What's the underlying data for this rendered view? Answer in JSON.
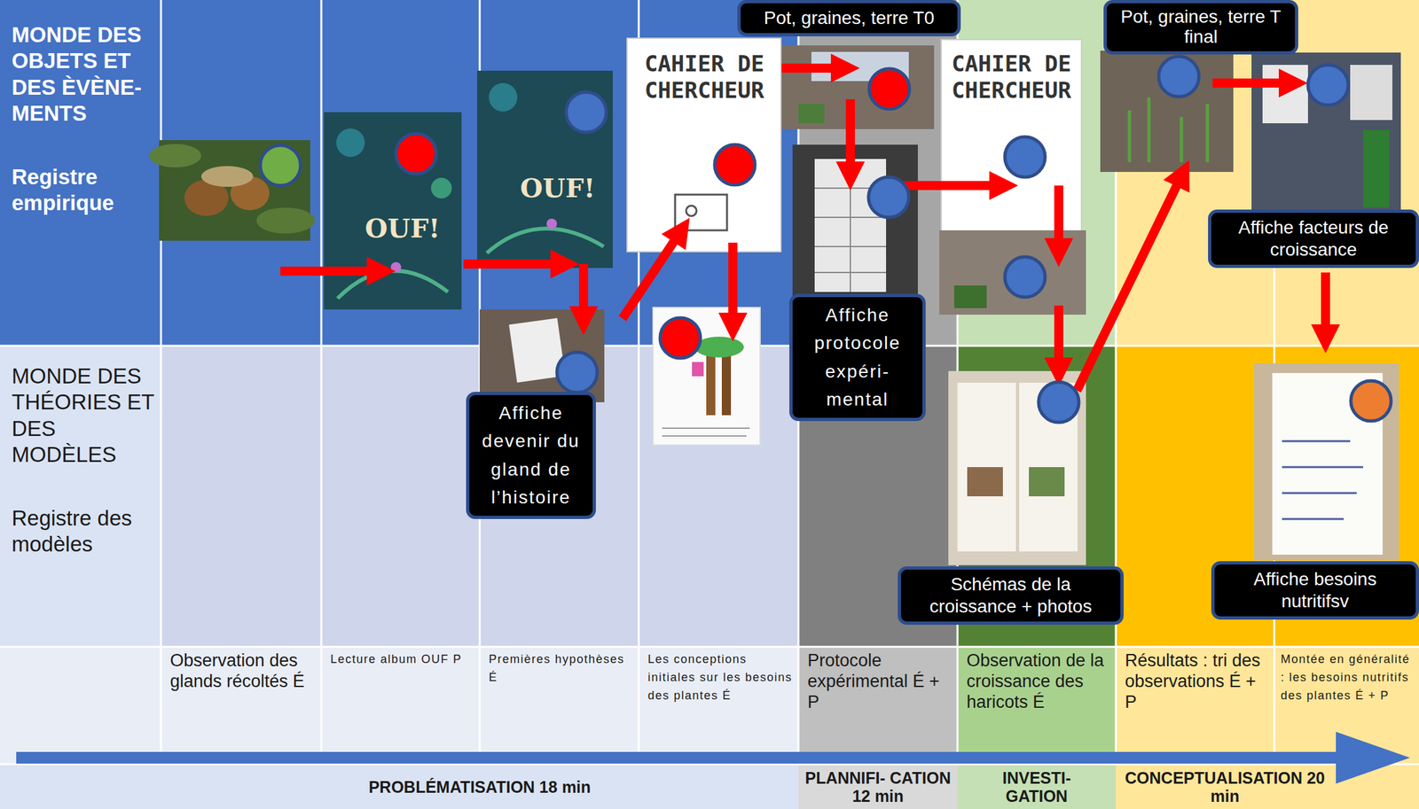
{
  "diagram": {
    "nodes": [
      {
        "text": [
          "MONDE DES OBJETS ET DES ÈVÈNE- MENTS",
          "Registre empirique"
        ]
      },
      {
        "text": [
          "MONDE DES THÉORIES ET DES MODÈLES",
          "Registre des modèles"
        ]
      },
      {
        "text": [
          "Pot, graines, terre T0"
        ]
      },
      {
        "text": [
          "Pot, graines, terre T final"
        ]
      },
      {
        "text": [
          "Affiche devenir du gland de l’histoire"
        ]
      },
      {
        "text": [
          "Affiche protocole expéri- mental"
        ]
      },
      {
        "text": [
          "Schémas de la croissance + photos"
        ]
      },
      {
        "text": [
          "Affiche facteurs de croissance"
        ]
      },
      {
        "text": [
          "Affiche besoins nutritifsv"
        ]
      },
      {
        "text": [
          "Observation des glands récoltés É"
        ]
      },
      {
        "text": [
          "Lecture album OUF P"
        ]
      },
      {
        "text": [
          "Premières hypothèses É"
        ]
      },
      {
        "text": [
          "Les conceptions initiales sur les besoins des plantes É"
        ]
      },
      {
        "text": [
          "Protocole expérimental É + P"
        ]
      },
      {
        "text": [
          "Observation de la croissance des haricots É"
        ]
      },
      {
        "text": [
          "Résultats : tri des observations É + P"
        ]
      },
      {
        "text": [
          "Montée en généralité : les besoins nutritifs des plantes É + P"
        ]
      },
      {
        "text": [
          "PROBLÉMATISATION 18 min"
        ]
      },
      {
        "text": [
          "PLANNIFI- CATION 12 min"
        ]
      },
      {
        "text": [
          "INVESTI- GATION"
        ]
      },
      {
        "text": [
          "CONCEPTUALISATION 20 min"
        ]
      }
    ],
    "labels": [
      "OUF!",
      "OUF!",
      "CAHIER DE CHERCHEUR",
      "CAHIER DE CHERCHEUR"
    ]
  }
}
